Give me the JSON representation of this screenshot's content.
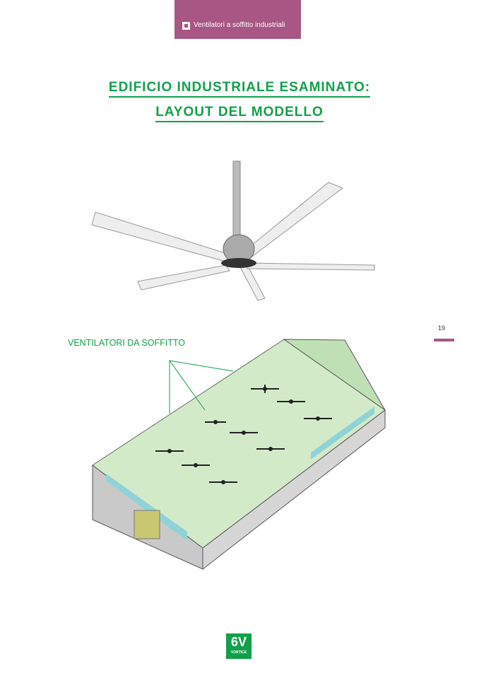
{
  "header": {
    "tab_label": "Ventilatori a soffitto industriali"
  },
  "title": {
    "line1": "EDIFICIO INDUSTRIALE ESAMINATO:",
    "line2": "LAYOUT DEL MODELLO"
  },
  "diagram": {
    "label": "VENTILATORI DA SOFFITTO"
  },
  "page_number": "19",
  "logo": {
    "mark": "6V",
    "text": "VORTICE"
  },
  "colors": {
    "accent": "#a85684",
    "green": "#12a04a"
  }
}
